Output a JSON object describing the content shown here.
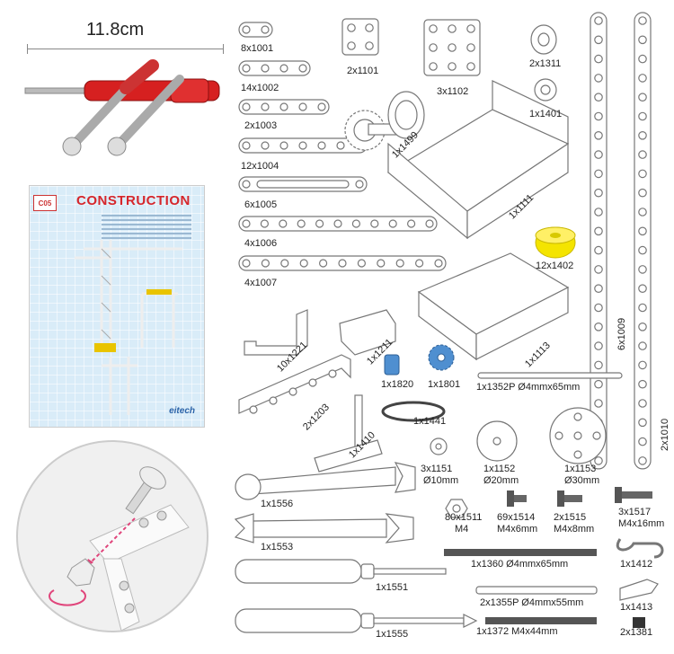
{
  "measure": {
    "text": "11.8cm"
  },
  "manual": {
    "code": "C05",
    "title": "CONSTRUCTION",
    "brand": "eitech"
  },
  "labels": {
    "p1001": "8x1001",
    "p1002": "14x1002",
    "p1003": "2x1003",
    "p1004": "12x1004",
    "p1005": "6x1005",
    "p1006": "4x1006",
    "p1007": "4x1007",
    "p1101": "2x1101",
    "p1102": "3x1102",
    "p1311": "2x1311",
    "p1401": "1x1401",
    "p1499": "1x1499",
    "p1111": "1x1111",
    "p1402": "12x1402",
    "p1009": "6x1009",
    "p1010": "2x1010",
    "p1221": "10x1221",
    "p1211": "1x1211",
    "p1113": "1x1113",
    "p1820": "1x1820",
    "p1801": "1x1801",
    "p1352": "1x1352P Ø4mmx65mm",
    "p1203": "2x1203",
    "p1441": "1x1441",
    "p1410": "1x1410",
    "p1151a": "3x1151",
    "p1151b": "Ø10mm",
    "p1152a": "1x1152",
    "p1152b": "Ø20mm",
    "p1153a": "1x1153",
    "p1153b": "Ø30mm",
    "p1556": "1x1556",
    "p1553": "1x1553",
    "p1511a": "80x1511",
    "p1511b": "M4",
    "p1514a": "69x1514",
    "p1514b": "M4x6mm",
    "p1515a": "2x1515",
    "p1515b": "M4x8mm",
    "p1517a": "3x1517",
    "p1517b": "M4x16mm",
    "p1360": "1x1360 Ø4mmx65mm",
    "p1412": "1x1412",
    "p1551": "1x1551",
    "p1355": "2x1355P Ø4mmx55mm",
    "p1413": "1x1413",
    "p1555": "1x1555",
    "p1372": "1x1372 M4x44mm",
    "p1381": "2x1381"
  },
  "colors": {
    "handle": "#d62020",
    "spacer": "#f4e400",
    "blue": "#4f8fd0",
    "pink": "#e0457b"
  }
}
